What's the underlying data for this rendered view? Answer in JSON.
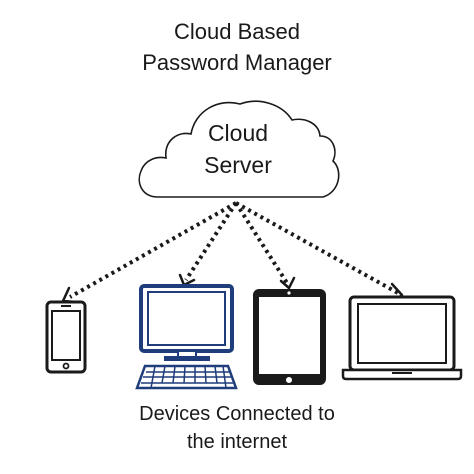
{
  "title": {
    "line1": "Cloud Based",
    "line2": "Password Manager"
  },
  "cloud": {
    "line1": "Cloud",
    "line2": "Server"
  },
  "caption": {
    "line1": "Devices Connected to",
    "line2": "the internet"
  },
  "devices": [
    "phone",
    "desktop-computer",
    "tablet",
    "laptop"
  ],
  "colors": {
    "stroke": "#1a1a1a",
    "monitor_blue": "#1f3d7a",
    "background": "#ffffff"
  }
}
